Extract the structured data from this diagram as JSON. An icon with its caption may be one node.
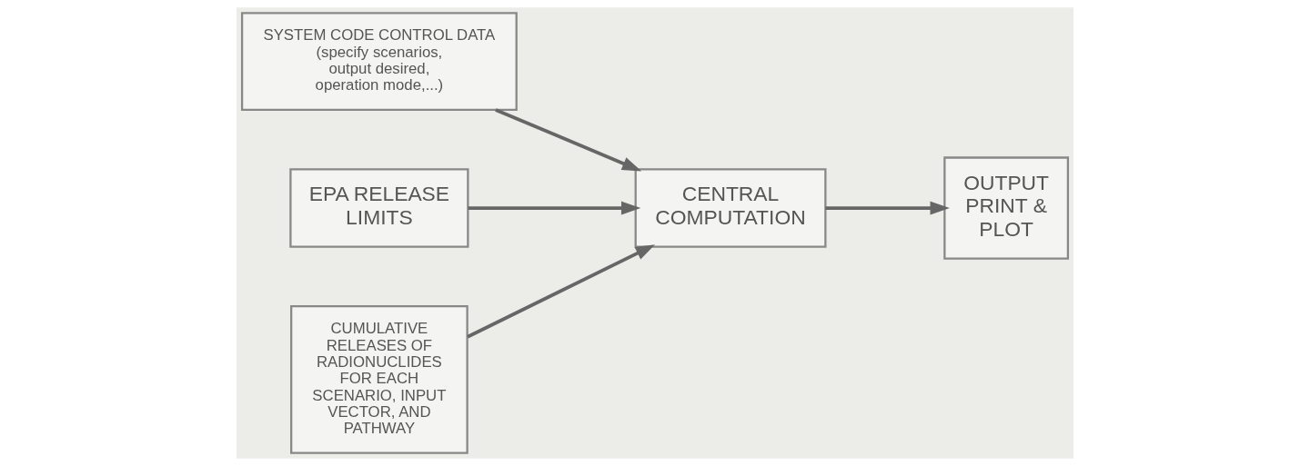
{
  "diagram": {
    "nodes": [
      {
        "text": [
          "SYSTEM CODE CONTROL DATA",
          "(specify scenarios, output desired, operation mode,...)"
        ]
      },
      {
        "text": [
          "EPA RELEASE LIMITS"
        ]
      },
      {
        "text": [
          "CENTRAL COMPUTATION"
        ]
      },
      {
        "text": [
          "OUTPUT PRINT & PLOT"
        ]
      },
      {
        "text": [
          "CUMULATIVE RELEASES OF RADIONUCLIDES FOR EACH SCENARIO, INPUT VECTOR, AND PATHWAY"
        ]
      }
    ],
    "edges": [
      {
        "from": 0,
        "to": 2,
        "arrow": "to"
      },
      {
        "from": 1,
        "to": 2,
        "arrow": "to"
      },
      {
        "from": 4,
        "to": 2,
        "arrow": "to"
      },
      {
        "from": 2,
        "to": 3,
        "arrow": "to"
      }
    ]
  }
}
